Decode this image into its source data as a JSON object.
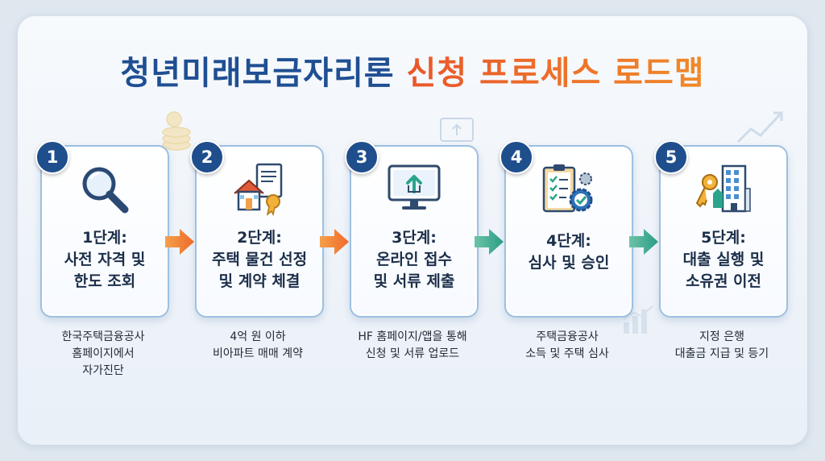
{
  "title": {
    "part1": "청년미래보금자리론",
    "part2": "신청 프로세스 로드맵"
  },
  "steps": [
    {
      "number": "1",
      "label": [
        "1단계:",
        "사전 자격 및",
        "한도 조회"
      ],
      "desc": [
        "한국주택금융공사",
        "홈페이지에서",
        "자가진단"
      ],
      "icon": "magnifier-icon"
    },
    {
      "number": "2",
      "label": [
        "2단계:",
        "주택 물건 선정",
        "및 계약 체결"
      ],
      "desc": [
        "4억 원 이하",
        "비아파트 매매 계약"
      ],
      "icon": "house-contract-icon"
    },
    {
      "number": "3",
      "label": [
        "3단계:",
        "온라인 접수",
        "및 서류 제출"
      ],
      "desc": [
        "HF 홈페이지/앱을 통해",
        "신청 및 서류 업로드"
      ],
      "icon": "computer-upload-icon"
    },
    {
      "number": "4",
      "label": [
        "4단계:",
        "심사 및 승인"
      ],
      "desc": [
        "주택금융공사",
        "소득 및 주택 심사"
      ],
      "icon": "checklist-gear-icon"
    },
    {
      "number": "5",
      "label": [
        "5단계:",
        "대출 실행 및",
        "소유권 이전"
      ],
      "desc": [
        "지정 은행",
        "대출금 지급 및 등기"
      ],
      "icon": "key-building-icon"
    }
  ],
  "colors": {
    "title_blue": "#1f4f93",
    "title_orange": "#ee6a2a",
    "badge": "#1f4e8c",
    "arrow_orange": "#f07a2a",
    "arrow_green": "#3aa88c"
  }
}
